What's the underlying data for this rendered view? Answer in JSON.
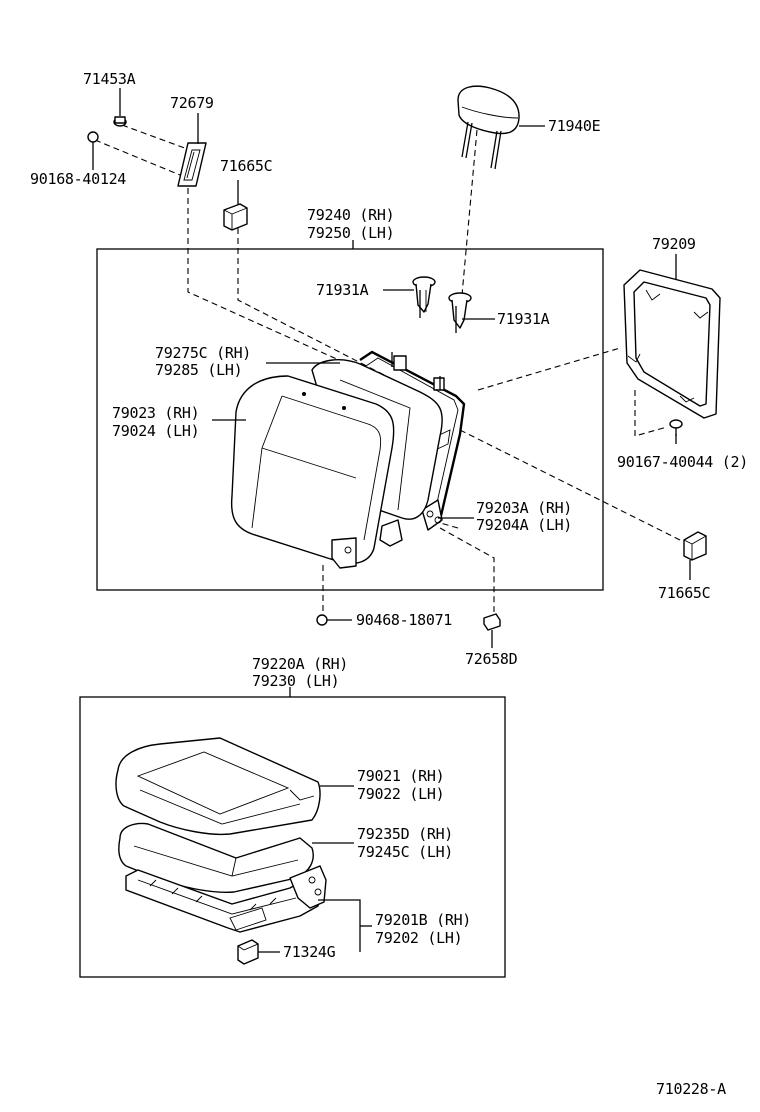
{
  "diagram": {
    "drawing_number": "710228-A",
    "labels": {
      "p71453A": "71453A",
      "p72679": "72679",
      "p90168": "90168-40124",
      "p71665C_top": "71665C",
      "p71940E": "71940E",
      "p79240": "79240 (RH)",
      "p79250": "79250 (LH)",
      "p79209": "79209",
      "p71931A_left": "71931A",
      "p71931A_right": "71931A",
      "p79275C": "79275C (RH)",
      "p79285": "79285  (LH)",
      "p79023": "79023 (RH)",
      "p79024": "79024 (LH)",
      "p90167": "90167-40044 (2)",
      "p79203A": "79203A (RH)",
      "p79204A": "79204A (LH)",
      "p71665C_right": "71665C",
      "p90468": "90468-18071",
      "p72658D": "72658D",
      "p79220A": "79220A (RH)",
      "p79230": "79230  (LH)",
      "p79021": "79021 (RH)",
      "p79022": "79022 (LH)",
      "p79235D": "79235D (RH)",
      "p79245C": "79245C (LH)",
      "p79201B": "79201B (RH)",
      "p79202": "79202  (LH)",
      "p71324G": "71324G"
    }
  }
}
